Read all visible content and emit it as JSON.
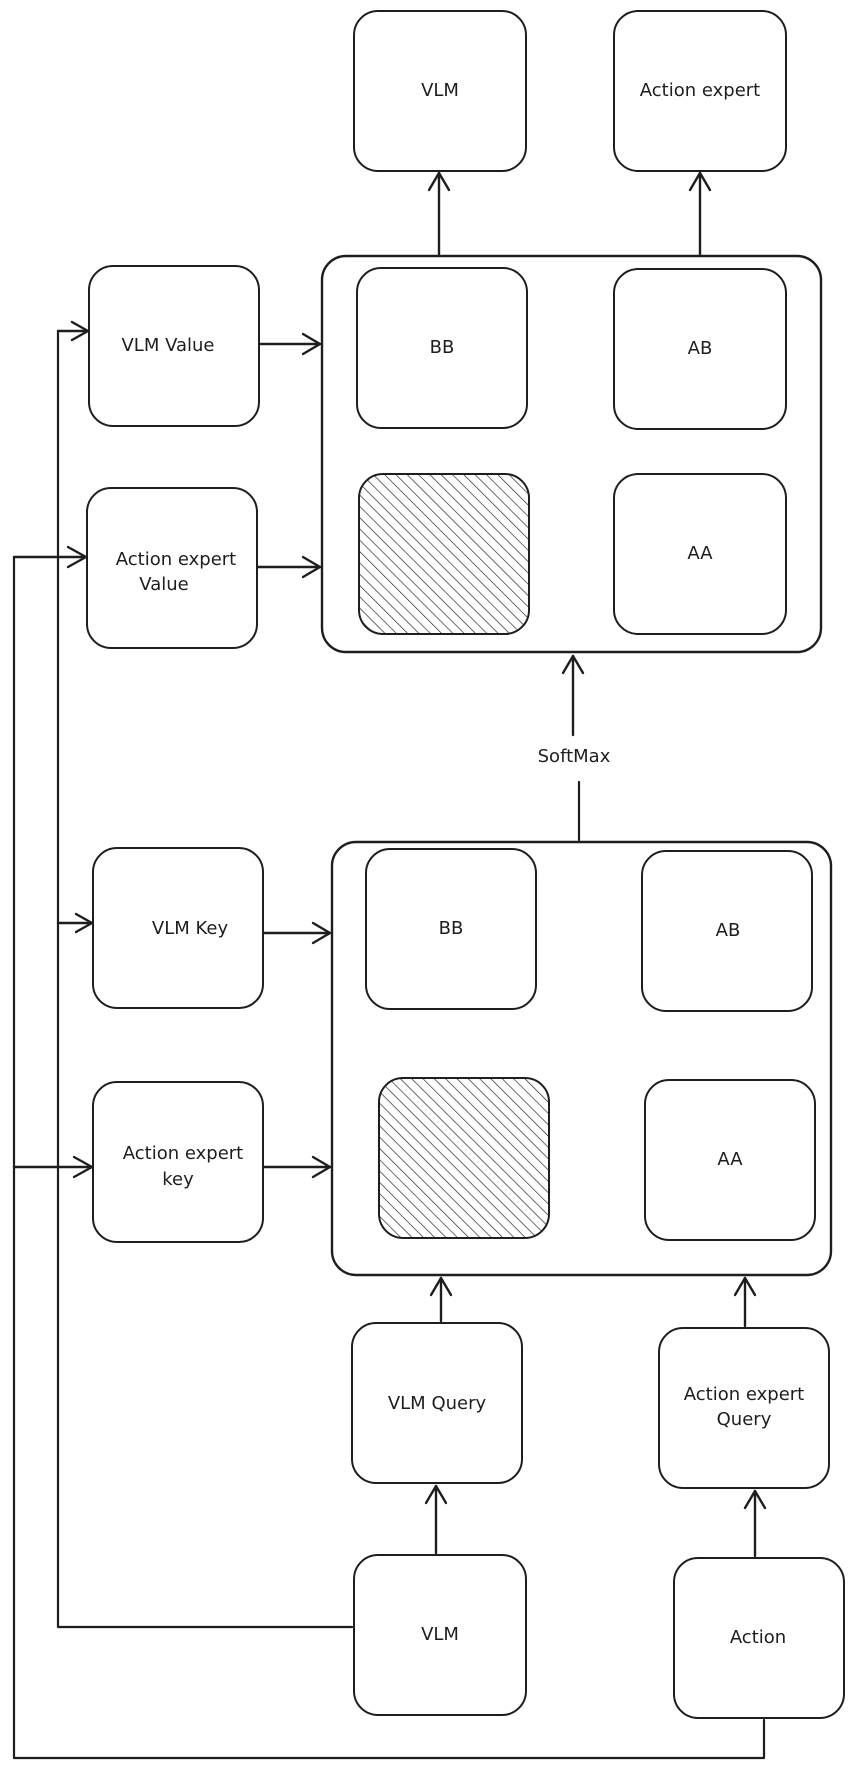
{
  "nodes": {
    "vlm_top": "VLM",
    "action_expert_top": "Action expert",
    "vlm_value": "VLM Value",
    "action_expert_value": [
      "Action expert",
      "Value"
    ],
    "bb_top": "BB",
    "ab_top": "AB",
    "aa_top": "AA",
    "softmax": "SoftMax",
    "vlm_key": "VLM Key",
    "action_expert_key": [
      "Action expert",
      "key"
    ],
    "bb_bottom": "BB",
    "ab_bottom": "AB",
    "aa_bottom": "AA",
    "vlm_query": "VLM Query",
    "action_expert_query": [
      "Action expert",
      "Query"
    ],
    "vlm_input": "VLM",
    "action_input": "Action"
  }
}
